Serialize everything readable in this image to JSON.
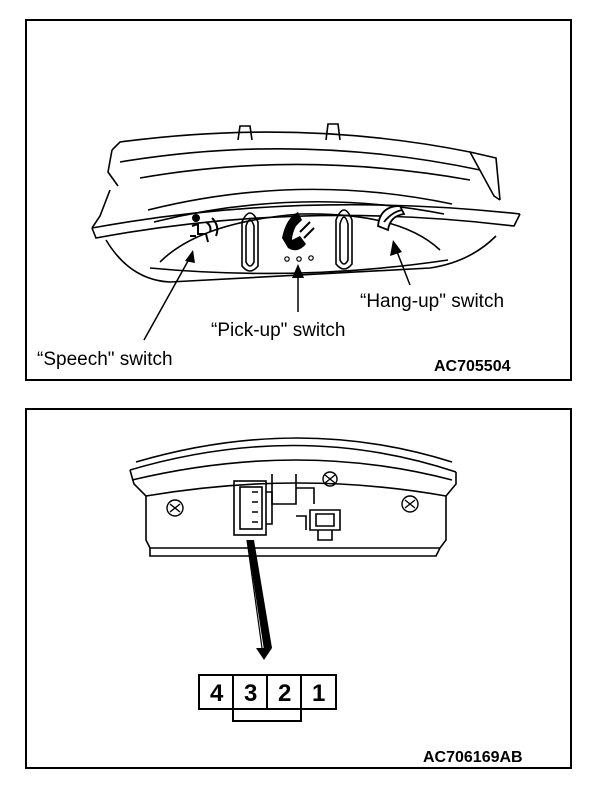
{
  "top_figure": {
    "labels": {
      "speech": "“Speech\" switch",
      "pickup": "“Pick-up\" switch",
      "hangup": "“Hang-up\" switch"
    },
    "code": "AC705504"
  },
  "bottom_figure": {
    "connector_pins": [
      "4",
      "3",
      "2",
      "1"
    ],
    "code": "AC706169AB"
  }
}
